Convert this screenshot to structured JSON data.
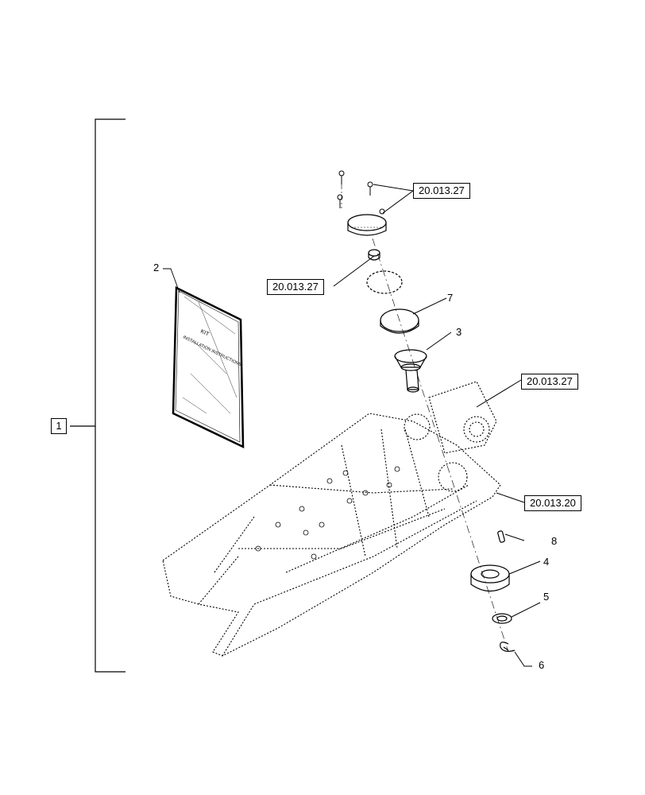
{
  "item_box": "1",
  "callouts": {
    "c2": "2",
    "c3": "3",
    "c4": "4",
    "c5": "5",
    "c6": "6",
    "c7": "7",
    "c8": "8"
  },
  "refs": {
    "r1": "20.013.27",
    "r2": "20.013.27",
    "r3": "20.013.27",
    "r4": "20.013.20"
  },
  "manual": {
    "title": "KIT",
    "subtitle": "INSTALLATION INSTRUCTIONS"
  }
}
